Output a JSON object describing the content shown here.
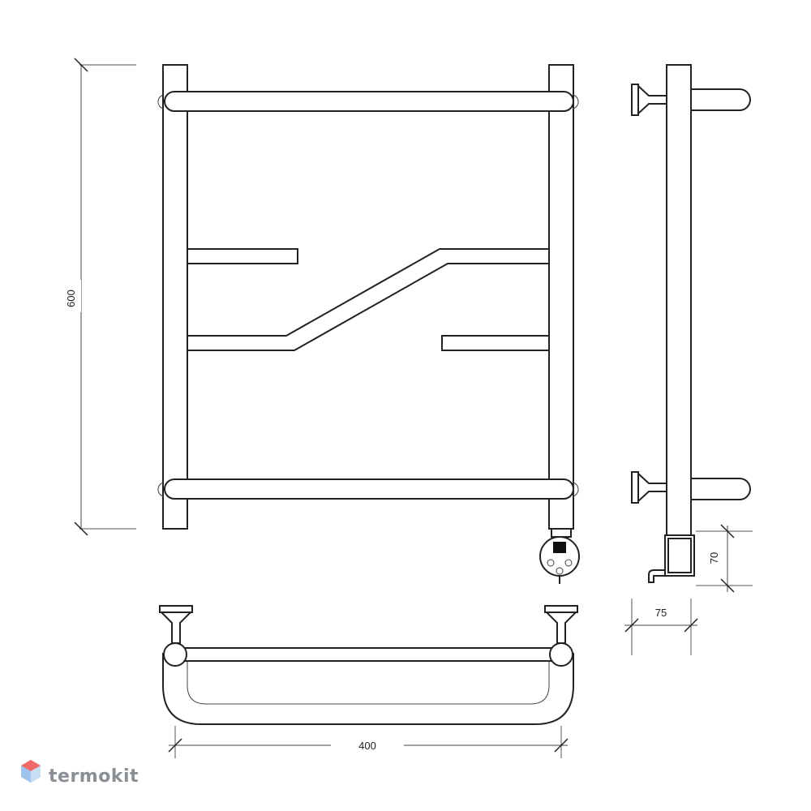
{
  "dimensions": {
    "height": "600",
    "width": "400",
    "depth": "75",
    "heater_height": "70"
  },
  "logo": {
    "text": "termokit"
  }
}
